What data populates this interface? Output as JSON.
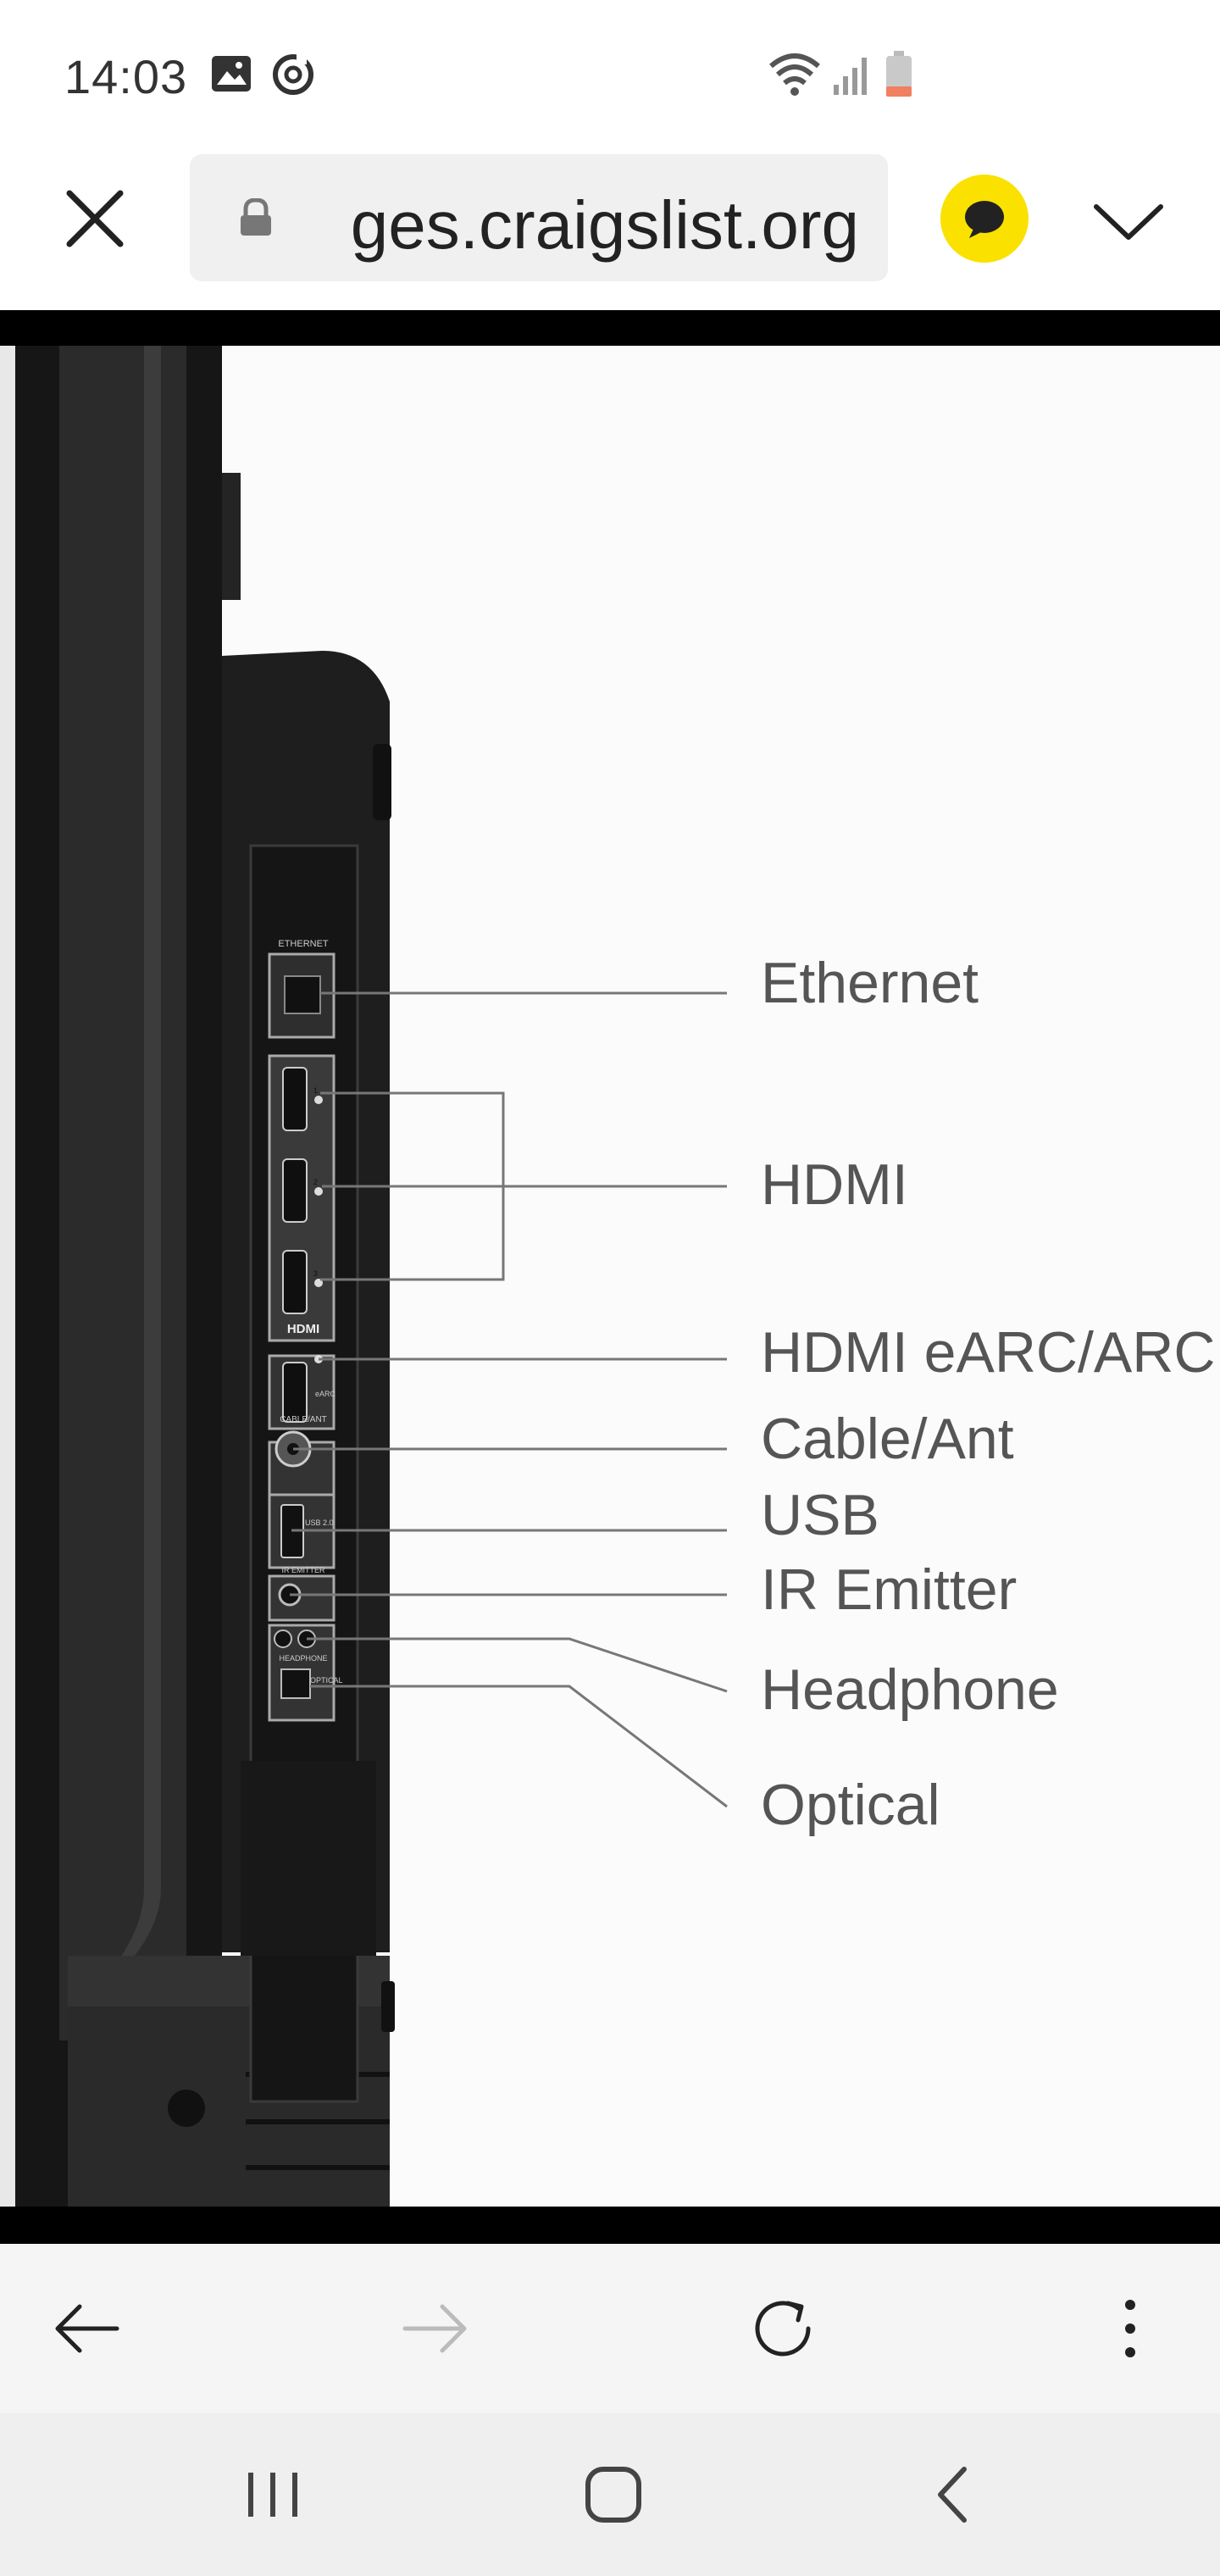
{
  "status_bar": {
    "time": "14:03",
    "left_icons": [
      "gallery-icon",
      "sync-icon"
    ],
    "right_icons": [
      "wifi-icon",
      "signal-icon",
      "battery-low-icon"
    ]
  },
  "browser": {
    "url": "ges.craigslist.org",
    "icons": [
      "close-icon",
      "lock-icon",
      "chat-bubble-icon",
      "chevron-down-icon"
    ],
    "accent_color": "#fae100"
  },
  "figure": {
    "callouts": [
      {
        "id": "ethernet",
        "label": "Ethernet"
      },
      {
        "id": "hdmi",
        "label": "HDMI"
      },
      {
        "id": "hdmi-earc",
        "label": "HDMI eARC/ARC"
      },
      {
        "id": "cable-ant",
        "label": "Cable/Ant"
      },
      {
        "id": "usb",
        "label": "USB"
      },
      {
        "id": "ir-emitter",
        "label": "IR Emitter"
      },
      {
        "id": "headphone",
        "label": "Headphone"
      },
      {
        "id": "optical",
        "label": "Optical"
      }
    ],
    "port_markings": {
      "ethernet": "ETHERNET",
      "hdmi_group": "HDMI",
      "hdmi_numbers": [
        "1",
        "2",
        "3"
      ],
      "earc": "eARC",
      "cable_ant": "CABLE/ANT",
      "usb": "USB 2.0",
      "ir_emitter": "IR EMITTER",
      "headphone": "HEADPHONE",
      "optical": "OPTICAL"
    }
  },
  "toolbar": {
    "buttons": [
      "back-arrow-icon",
      "forward-arrow-icon",
      "reload-icon",
      "more-vert-icon"
    ]
  },
  "nav": {
    "buttons": [
      "recents-icon",
      "home-icon",
      "back-icon"
    ]
  }
}
